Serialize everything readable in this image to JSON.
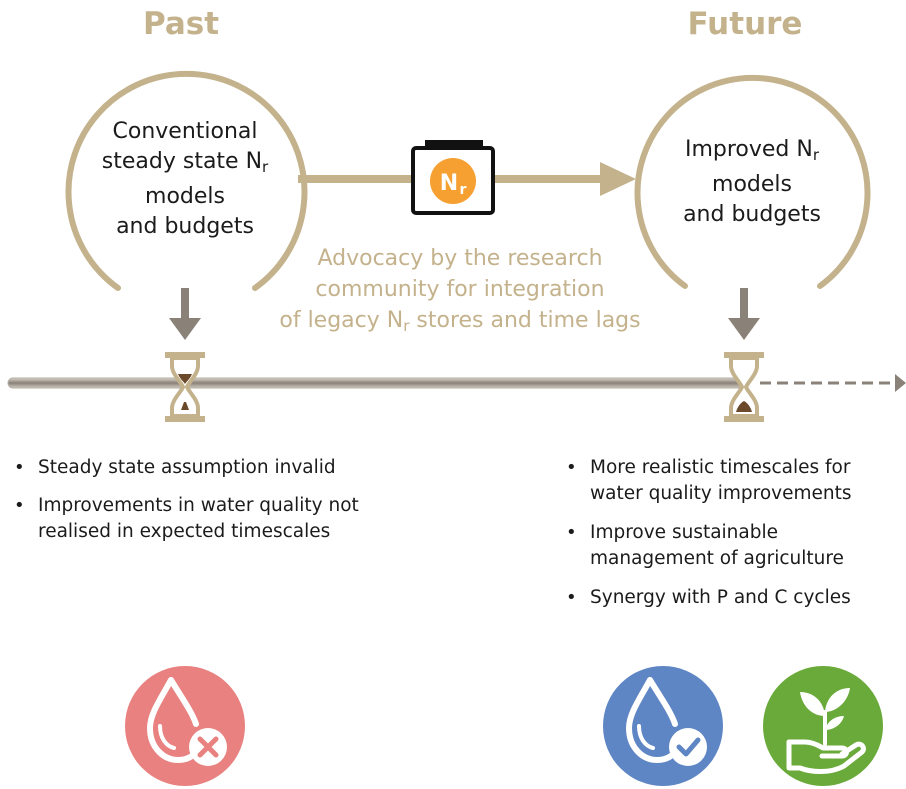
{
  "headings": {
    "past": "Past",
    "future": "Future"
  },
  "past_circle": {
    "line1": "Conventional",
    "line2_prefix": "steady state N",
    "line2_sub": "r",
    "line3": "models",
    "line4": "and budgets"
  },
  "future_circle": {
    "line1_prefix": "Improved N",
    "line1_sub": "r",
    "line2": "models",
    "line3": "and budgets"
  },
  "nr_box": {
    "main": "N",
    "sub": "r"
  },
  "advocacy": {
    "line1": "Advocacy by the research",
    "line2": "community for integration",
    "line3_prefix": "of legacy N",
    "line3_sub": "r",
    "line3_suffix": " stores and time lags"
  },
  "past_bullets": [
    "Steady state assumption invalid",
    "Improvements in water quality not realised in expected timescales"
  ],
  "future_bullets": [
    "More realistic timescales for water quality improvements",
    "Improve sustainable management of agriculture",
    "Synergy with P and C cycles"
  ],
  "colors": {
    "gold": "#c4b28c",
    "timeline": "#8c8478",
    "nr_orange": "#f5a030",
    "water_red": "#e8817f",
    "water_blue": "#5f86c4",
    "plant_green": "#6aaa3a"
  },
  "icons": {
    "past": "water-drop-x-icon",
    "future_water": "water-drop-check-icon",
    "future_plant": "plant-in-hand-icon",
    "hourglass": "hourglass-icon"
  }
}
